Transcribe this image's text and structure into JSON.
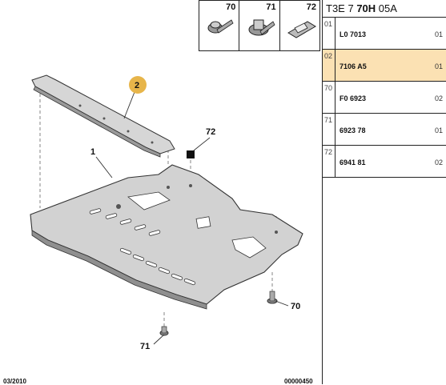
{
  "callouts": {
    "c1": "1",
    "c2": "2",
    "c72": "72",
    "c70": "70",
    "c71": "71"
  },
  "thumbnails": [
    {
      "num": "70",
      "icon": "bolt-icon"
    },
    {
      "num": "71",
      "icon": "flange-screw-icon"
    },
    {
      "num": "72",
      "icon": "clip-icon"
    }
  ],
  "header": {
    "prefix": "T3E 7",
    "bold": "70H",
    "suffix": "05A"
  },
  "parts": [
    {
      "ref": "01",
      "number": "L0 7013",
      "qty": "01",
      "highlight": false
    },
    {
      "ref": "02",
      "number": "7106 A5",
      "qty": "01",
      "highlight": true
    },
    {
      "ref": "70",
      "number": "F0 6923",
      "qty": "02",
      "highlight": false
    },
    {
      "ref": "71",
      "number": "6923 78",
      "qty": "01",
      "highlight": false
    },
    {
      "ref": "72",
      "number": "6941 81",
      "qty": "02",
      "highlight": false
    }
  ],
  "footer": {
    "date": "03/2010",
    "code": "00000450"
  },
  "colors": {
    "highlight": "#fbe1b3",
    "callout2": "#e7b54a",
    "metal": "#cfcfcf"
  }
}
